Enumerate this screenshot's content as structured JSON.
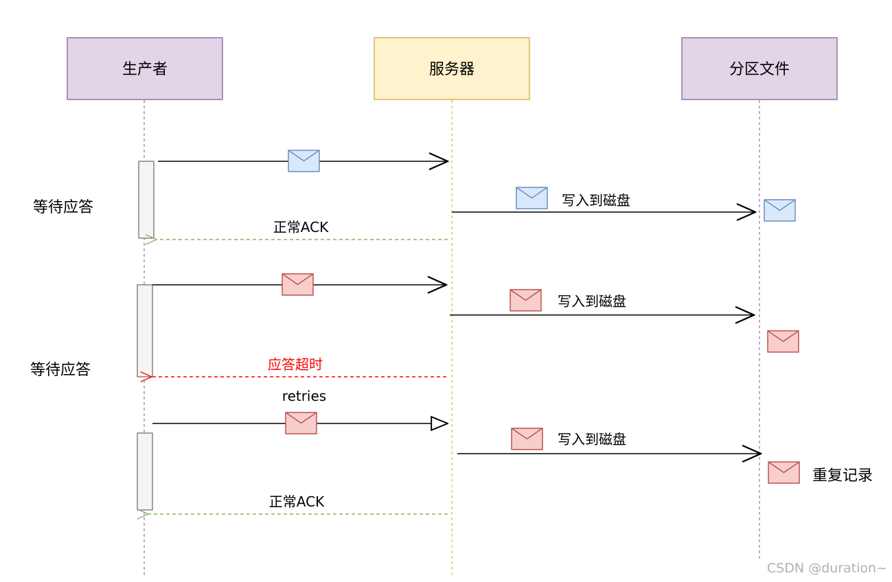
{
  "participants": {
    "producer": {
      "label": "生产者",
      "fill": "#e1d5e7",
      "stroke": "#9673a6"
    },
    "server": {
      "label": "服务器",
      "fill": "#fff2cc",
      "stroke": "#d6b656"
    },
    "partition": {
      "label": "分区文件",
      "fill": "#e1d5e7",
      "stroke": "#9673a6"
    }
  },
  "messages": {
    "m1_write": {
      "label": "写入到磁盘"
    },
    "m1_ack": {
      "label": "正常ACK"
    },
    "m2_write": {
      "label": "写入到磁盘"
    },
    "m2_timeout": {
      "label": "应答超时"
    },
    "retries": {
      "label": "retries"
    },
    "m3_write": {
      "label": "写入到磁盘"
    },
    "m3_ack": {
      "label": "正常ACK"
    }
  },
  "notes": {
    "wait1": "等待应答",
    "wait2": "等待应答",
    "duplicate": "重复记录"
  },
  "envelopes": {
    "normal": {
      "icon": "envelope-icon",
      "fill": "#dae8fc",
      "stroke": "#6c8ebf"
    },
    "retry": {
      "icon": "envelope-icon",
      "fill": "#f8cecc",
      "stroke": "#b85450"
    }
  },
  "colors": {
    "ack_line": "#82b366",
    "timeout_line": "#ff0000",
    "lifeline_producer": "#9673a6",
    "lifeline_server": "#d6b656",
    "lifeline_partition": "#9673a6"
  },
  "watermark": "CSDN @duration~"
}
